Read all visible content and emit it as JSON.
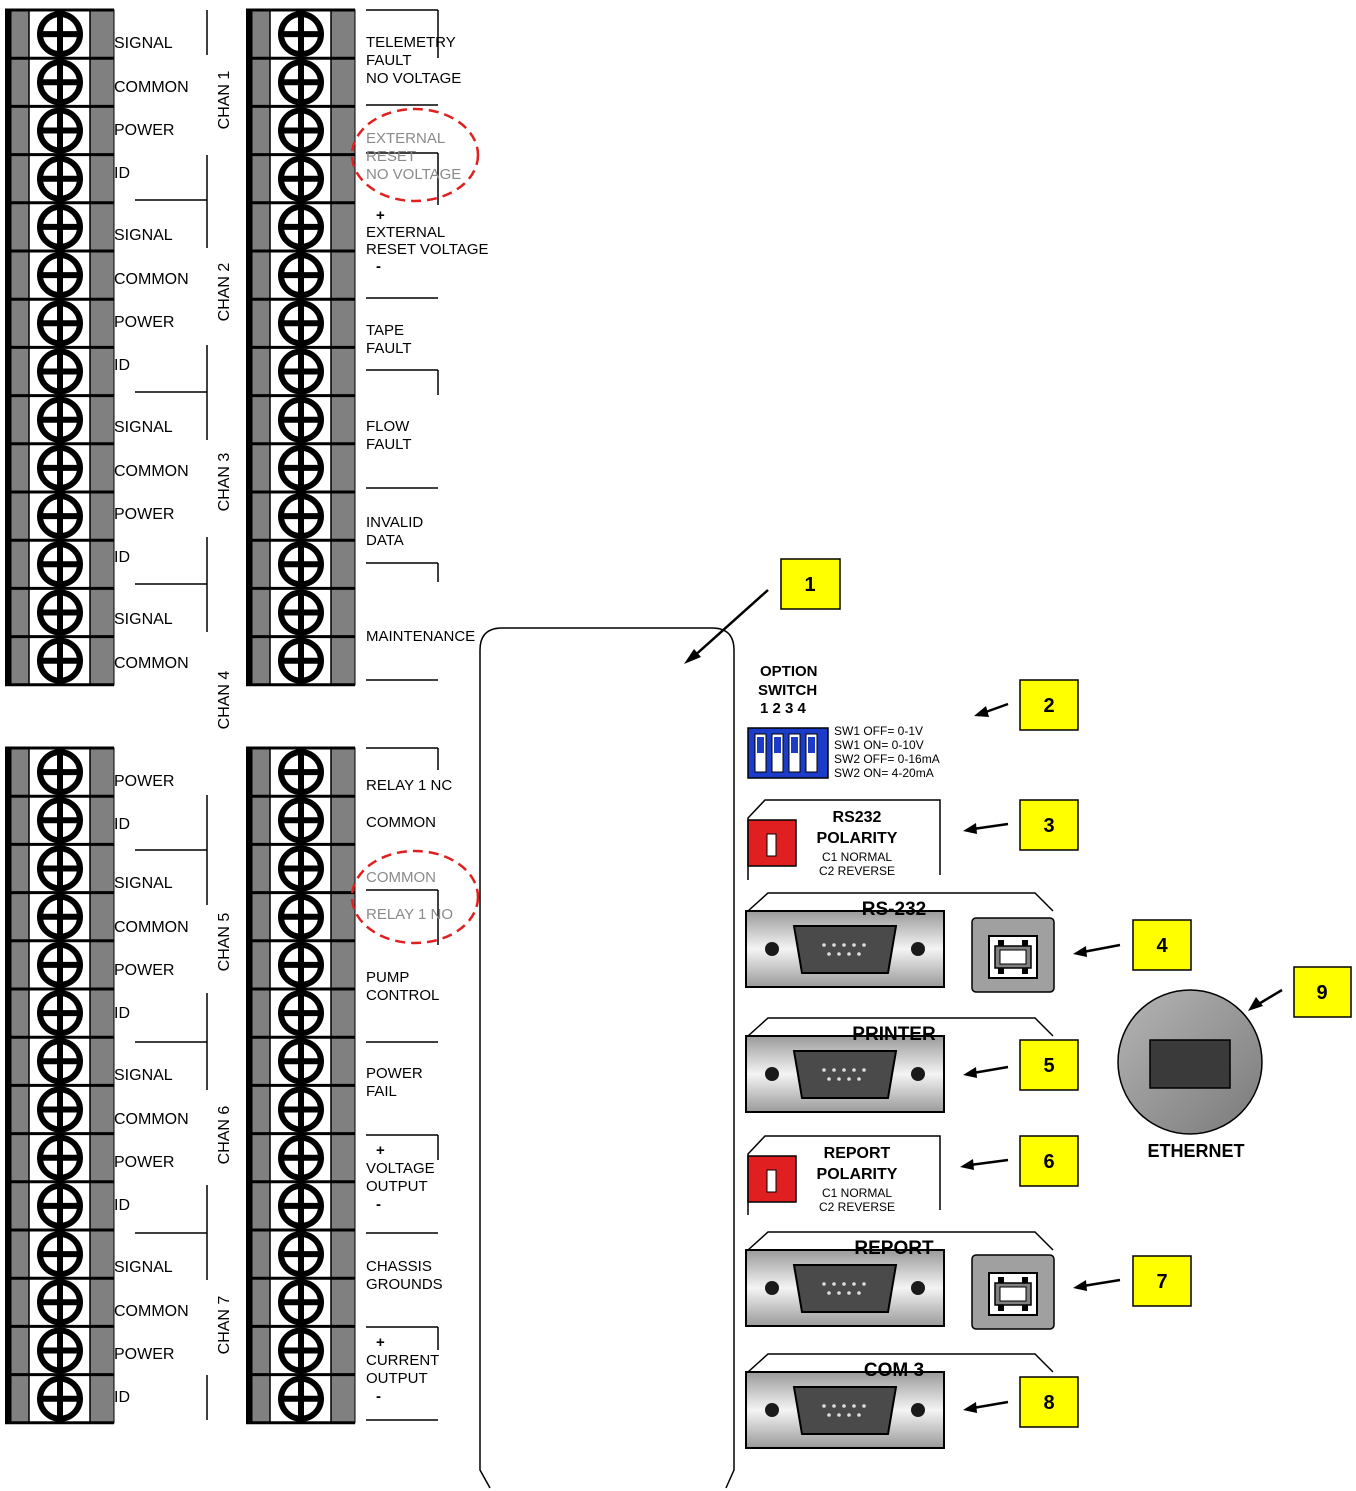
{
  "left_block_top": {
    "terminal_labels": [
      "SIGNAL",
      "COMMON",
      "POWER",
      "ID",
      "SIGNAL",
      "COMMON",
      "POWER",
      "ID",
      "SIGNAL",
      "COMMON",
      "POWER",
      "ID",
      "SIGNAL",
      "COMMON"
    ]
  },
  "left_block_bottom": {
    "terminal_labels": [
      "POWER",
      "ID",
      "SIGNAL",
      "COMMON",
      "POWER",
      "ID",
      "SIGNAL",
      "COMMON",
      "POWER",
      "ID",
      "SIGNAL",
      "COMMON",
      "POWER",
      "ID"
    ]
  },
  "channels": [
    "CHAN 1",
    "CHAN 2",
    "CHAN 3",
    "CHAN 4",
    "CHAN 5",
    "CHAN 6",
    "CHAN 7"
  ],
  "right_block_top": {
    "groups": [
      {
        "lines": [
          "TELEMETRY",
          "FAULT",
          "NO VOLTAGE"
        ],
        "highlight": false
      },
      {
        "lines": [
          "EXTERNAL",
          "RESET",
          "NO VOLTAGE"
        ],
        "highlight": true
      },
      {
        "lines": [
          "+",
          "EXTERNAL",
          "RESET VOLTAGE",
          "-"
        ],
        "highlight": false
      },
      {
        "lines": [
          "TAPE",
          "FAULT"
        ],
        "highlight": false
      },
      {
        "lines": [
          "FLOW",
          "FAULT"
        ],
        "highlight": false
      },
      {
        "lines": [
          "INVALID",
          "DATA"
        ],
        "highlight": false
      },
      {
        "lines": [
          "MAINTENANCE"
        ],
        "highlight": false
      }
    ]
  },
  "right_block_bottom": {
    "groups": [
      {
        "lines": [
          "RELAY 1 NC"
        ],
        "highlight": false
      },
      {
        "lines": [
          "COMMON"
        ],
        "highlight": false
      },
      {
        "lines": [
          "COMMON"
        ],
        "highlight": true
      },
      {
        "lines": [
          "RELAY 1 NO"
        ],
        "highlight": true
      },
      {
        "lines": [
          "PUMP",
          "CONTROL"
        ],
        "highlight": false
      },
      {
        "lines": [
          "POWER",
          "FAIL"
        ],
        "highlight": false
      },
      {
        "lines": [
          "+",
          "VOLTAGE",
          "OUTPUT",
          "-"
        ],
        "highlight": false
      },
      {
        "lines": [
          "CHASSIS",
          "GROUNDS"
        ],
        "highlight": false
      },
      {
        "lines": [
          "+",
          "CURRENT",
          "OUTPUT",
          "-"
        ],
        "highlight": false
      }
    ]
  },
  "option_switch": {
    "title_line1": "OPTION",
    "title_line2": "SWITCH",
    "numbers": "1  2  3  4",
    "notes": [
      "SW1   OFF= 0-1V",
      "SW1   ON= 0-10V",
      "SW2   OFF= 0-16mA",
      "SW2   ON= 4-20mA"
    ]
  },
  "rs232_polarity": {
    "title1": "RS232",
    "title2": "POLARITY",
    "note1": "C1 NORMAL",
    "note2": "C2 REVERSE"
  },
  "report_polarity": {
    "title1": "REPORT",
    "title2": "POLARITY",
    "note1": "C1 NORMAL",
    "note2": "C2 REVERSE"
  },
  "connectors": {
    "rs232": "RS-232",
    "printer": "PRINTER",
    "report": "REPORT",
    "com3": "COM 3",
    "ethernet": "ETHERNET"
  },
  "badges": [
    "1",
    "2",
    "3",
    "4",
    "5",
    "6",
    "7",
    "8",
    "9"
  ],
  "colors": {
    "badge_fill": "#ffff00",
    "highlight_circle": "#e02020",
    "dip_switch": "#1a3cc8",
    "polarity_switch": "#e02020",
    "terminal_gray": "#808080"
  }
}
